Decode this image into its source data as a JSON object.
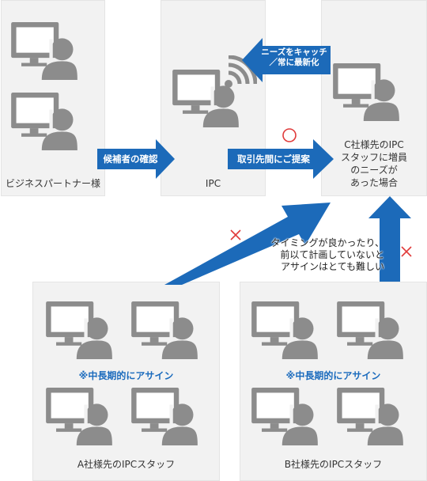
{
  "colors": {
    "arrow": "#1c6ab9",
    "cross": "#e03a3a",
    "circle": "#e03a3a",
    "icon": "#8c8c8c",
    "panel": "#f2f2f2",
    "accent_text": "#1b6bbd"
  },
  "partner_box": {
    "label": "ビジネスパートナー様"
  },
  "ipc_box": {
    "label": "IPC"
  },
  "c_company_box": {
    "label_lines": [
      "C社様先のIPC",
      "スタッフに増員",
      "のニーズが",
      "あった場合"
    ]
  },
  "a_company_box": {
    "note": "※中長期的にアサイン",
    "label": "A社様先のIPCスタッフ"
  },
  "b_company_box": {
    "note": "※中長期的にアサイン",
    "label": "B社様先のIPCスタッフ"
  },
  "arrows": {
    "confirm": "候補者の確認",
    "propose": "取引先間にご提案",
    "needs_lines": [
      "ニーズをキャッチ",
      "／常に最新化"
    ]
  },
  "caption_lines": [
    "タイミングが良かったり、",
    "前以て計画していないと",
    "アサインはとても難しい"
  ],
  "marks": {
    "ok": "circle",
    "ng": "cross"
  },
  "icons": [
    "computer-user-icon",
    "wifi-icon"
  ]
}
